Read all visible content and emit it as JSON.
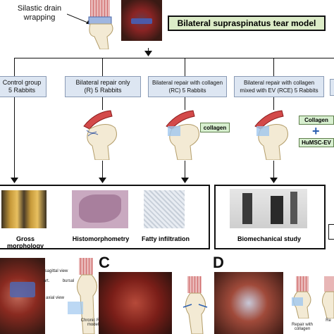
{
  "top_label": {
    "line1": "Silastic drain",
    "line2": "wrapping"
  },
  "title": "Bilateral supraspinatus tear model",
  "groups": [
    {
      "line1": "Control group",
      "line2": "5 Rabbits"
    },
    {
      "line1": "Bilateral repair only",
      "line2": "(R) 5 Rabbits"
    },
    {
      "line1": "Bilateral repair with collagen",
      "line2": "(RC) 5 Rabbits"
    },
    {
      "line1": "Bilateral repair with collagen",
      "line2": "mixed with EV (RCE) 5 Rabbits"
    }
  ],
  "tags": {
    "collagen": "collagen",
    "collagen_cap": "Collagen",
    "plus": "+",
    "humsc": "HuMSC-EV"
  },
  "outcomes": {
    "gross": "Gross morphology",
    "histo": "Histomorphometry",
    "fatty": "Fatty infiltration",
    "biomech": "Biomechanical study"
  },
  "panel_letters": {
    "c": "C",
    "d": "D"
  },
  "small_labels": {
    "sagittal": "sagittal view",
    "art": "art.",
    "bursal": "bursal",
    "axial": "axial view",
    "chronic": "Chronic RCT",
    "model": "model",
    "repair_collagen": "Repair with collagen",
    "re": "Re"
  },
  "colors": {
    "title_bg": "#dcecc8",
    "group_bg": "#dde6f2",
    "tag_bg": "#d7efcf"
  }
}
